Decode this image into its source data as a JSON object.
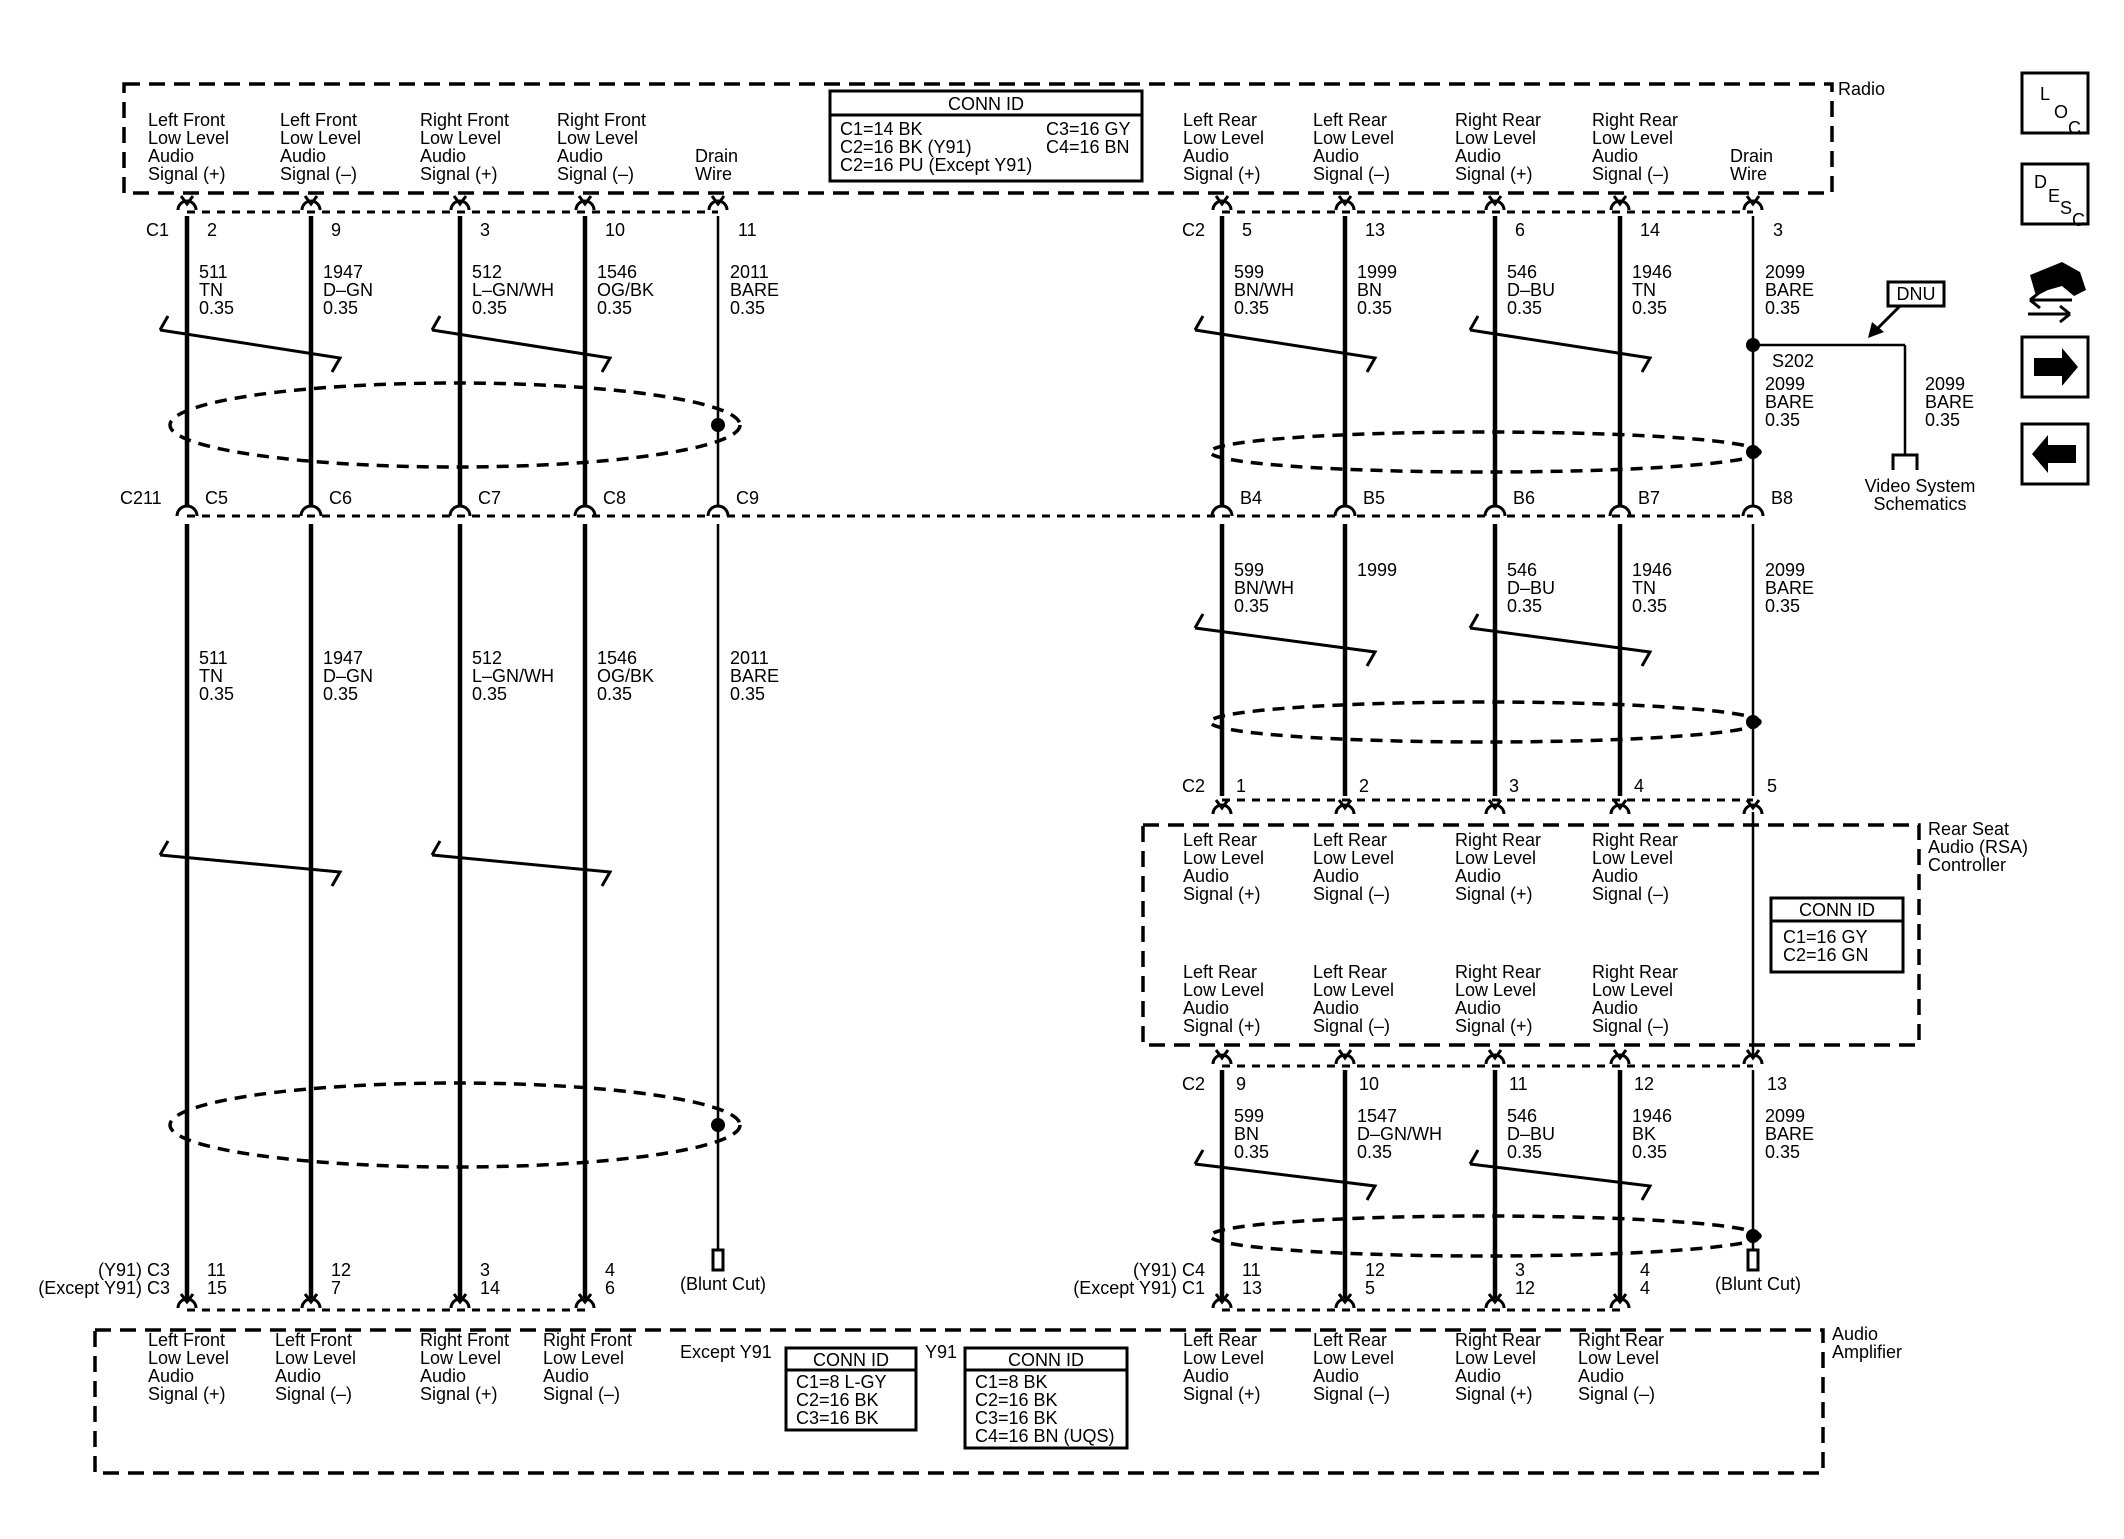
{
  "modules": {
    "radio": "Radio",
    "rsa": [
      "Rear Seat",
      "Audio (RSA)",
      "Controller"
    ],
    "amplifier": [
      "Audio",
      "Amplifier"
    ]
  },
  "nav": {
    "loc": [
      "L",
      "O",
      "C"
    ],
    "desc": [
      "D",
      "E",
      "S",
      "C"
    ],
    "icons": [
      "loc-icon",
      "desc-icon",
      "connector-swap-icon",
      "arrow-right-icon",
      "arrow-left-icon"
    ]
  },
  "radio_conn_id": {
    "title": "CONN ID",
    "left": [
      "C1=14 BK",
      "C2=16 BK (Y91)",
      "C2=16 PU (Except Y91)"
    ],
    "right": [
      "C3=16 GY",
      "C4=16 BN"
    ]
  },
  "rsa_conn_id": {
    "title": "CONN ID",
    "lines": [
      "C1=16 GY",
      "C2=16 GN"
    ]
  },
  "amp_conn_except": {
    "prefix": "Except Y91",
    "title": "CONN ID",
    "lines": [
      "C1=8 L-GY",
      "C2=16 BK",
      "C3=16 BK"
    ]
  },
  "amp_conn_y91": {
    "prefix": "Y91",
    "title": "CONN ID",
    "lines": [
      "C1=8 BK",
      "C2=16 BK",
      "C3=16 BK",
      "C4=16 BN (UQS)"
    ]
  },
  "radio_signals_left": [
    [
      "Left Front",
      "Low Level",
      "Audio",
      "Signal (+)"
    ],
    [
      "Left Front",
      "Low Level",
      "Audio",
      "Signal (–)"
    ],
    [
      "Right Front",
      "Low Level",
      "Audio",
      "Signal (+)"
    ],
    [
      "Right Front",
      "Low Level",
      "Audio",
      "Signal (–)"
    ],
    [
      "Drain",
      "Wire"
    ]
  ],
  "radio_signals_right": [
    [
      "Left Rear",
      "Low Level",
      "Audio",
      "Signal (+)"
    ],
    [
      "Left Rear",
      "Low Level",
      "Audio",
      "Signal (–)"
    ],
    [
      "Right Rear",
      "Low Level",
      "Audio",
      "Signal (+)"
    ],
    [
      "Right Rear",
      "Low Level",
      "Audio",
      "Signal (–)"
    ],
    [
      "Drain",
      "Wire"
    ]
  ],
  "rsa_signals_top": [
    [
      "Left Rear",
      "Low Level",
      "Audio",
      "Signal (+)"
    ],
    [
      "Left Rear",
      "Low Level",
      "Audio",
      "Signal (–)"
    ],
    [
      "Right Rear",
      "Low Level",
      "Audio",
      "Signal (+)"
    ],
    [
      "Right Rear",
      "Low Level",
      "Audio",
      "Signal (–)"
    ]
  ],
  "rsa_signals_bottom": [
    [
      "Left Rear",
      "Low Level",
      "Audio",
      "Signal (+)"
    ],
    [
      "Left Rear",
      "Low Level",
      "Audio",
      "Signal (–)"
    ],
    [
      "Right Rear",
      "Low Level",
      "Audio",
      "Signal (+)"
    ],
    [
      "Right Rear",
      "Low Level",
      "Audio",
      "Signal (–)"
    ]
  ],
  "amp_signals_left": [
    [
      "Left Front",
      "Low Level",
      "Audio",
      "Signal (+)"
    ],
    [
      "Left Front",
      "Low Level",
      "Audio",
      "Signal (–)"
    ],
    [
      "Right Front",
      "Low Level",
      "Audio",
      "Signal (+)"
    ],
    [
      "Right Front",
      "Low Level",
      "Audio",
      "Signal (–)"
    ]
  ],
  "amp_signals_right": [
    [
      "Left Rear",
      "Low Level",
      "Audio",
      "Signal (+)"
    ],
    [
      "Left Rear",
      "Low Level",
      "Audio",
      "Signal (–)"
    ],
    [
      "Right Rear",
      "Low Level",
      "Audio",
      "Signal (+)"
    ],
    [
      "Right Rear",
      "Low Level",
      "Audio",
      "Signal (–)"
    ]
  ],
  "connectors": {
    "radio_c1": "C1",
    "radio_c1_pins": [
      "2",
      "9",
      "3",
      "10",
      "11"
    ],
    "radio_c2": "C2",
    "radio_c2_pins": [
      "5",
      "13",
      "6",
      "14",
      "3"
    ],
    "inline": "C211",
    "inline_left_cavities": [
      "C5",
      "C6",
      "C7",
      "C8",
      "C9"
    ],
    "inline_right_cavities": [
      "B4",
      "B5",
      "B6",
      "B7",
      "B8"
    ],
    "rsa_top": "C2",
    "rsa_top_pins": [
      "1",
      "2",
      "3",
      "4",
      "5"
    ],
    "rsa_bottom": "C2",
    "rsa_bottom_pins": [
      "9",
      "10",
      "11",
      "12",
      "13"
    ],
    "amp_left_labels": [
      "(Y91) C3",
      "(Except Y91) C3"
    ],
    "amp_left_pins_y91": [
      "11",
      "12",
      "3",
      "4"
    ],
    "amp_left_pins_except": [
      "15",
      "7",
      "14",
      "6"
    ],
    "amp_right_labels": [
      "(Y91) C4",
      "(Except Y91) C1"
    ],
    "amp_right_pins_y91": [
      "11",
      "12",
      "3",
      "4"
    ],
    "amp_right_pins_except": [
      "13",
      "5",
      "12",
      "4"
    ],
    "splice": "S202",
    "dnu": "DNU",
    "blunt_cut": "(Blunt Cut)",
    "video_ref": [
      "Video System",
      "Schematics"
    ]
  },
  "wires": {
    "left_top": [
      [
        "511",
        "TN",
        "0.35"
      ],
      [
        "1947",
        "D–GN",
        "0.35"
      ],
      [
        "512",
        "L–GN/WH",
        "0.35"
      ],
      [
        "1546",
        "OG/BK",
        "0.35"
      ],
      [
        "2011",
        "BARE",
        "0.35"
      ]
    ],
    "left_bottom": [
      [
        "511",
        "TN",
        "0.35"
      ],
      [
        "1947",
        "D–GN",
        "0.35"
      ],
      [
        "512",
        "L–GN/WH",
        "0.35"
      ],
      [
        "1546",
        "OG/BK",
        "0.35"
      ],
      [
        "2011",
        "BARE",
        "0.35"
      ]
    ],
    "right_top": [
      [
        "599",
        "BN/WH",
        "0.35"
      ],
      [
        "1999",
        "BN",
        "0.35"
      ],
      [
        "546",
        "D–BU",
        "0.35"
      ],
      [
        "1946",
        "TN",
        "0.35"
      ],
      [
        "2099",
        "BARE",
        "0.35"
      ]
    ],
    "splice_branch_down": [
      "2099",
      "BARE",
      "0.35"
    ],
    "splice_branch_side": [
      "2099",
      "BARE",
      "0.35"
    ],
    "right_middle": [
      [
        "599",
        "BN/WH",
        "0.35"
      ],
      [
        "1999"
      ],
      [
        "546",
        "D–BU",
        "0.35"
      ],
      [
        "1946",
        "TN",
        "0.35"
      ],
      [
        "2099",
        "BARE",
        "0.35"
      ]
    ],
    "right_bottom": [
      [
        "599",
        "BN",
        "0.35"
      ],
      [
        "1547",
        "D–GN/WH",
        "0.35"
      ],
      [
        "546",
        "D–BU",
        "0.35"
      ],
      [
        "1946",
        "BK",
        "0.35"
      ],
      [
        "2099",
        "BARE",
        "0.35"
      ]
    ]
  }
}
